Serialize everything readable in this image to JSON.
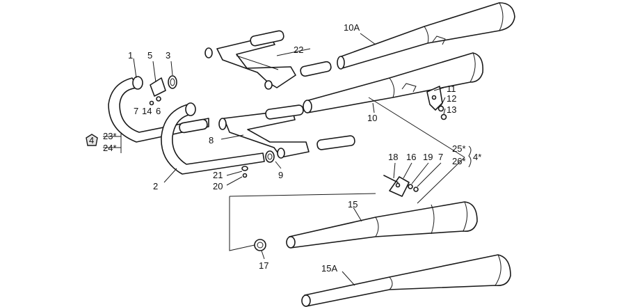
{
  "callouts": {
    "c1": "1",
    "c2": "2",
    "c3": "3",
    "c5": "5",
    "c6": "6",
    "c7a": "7",
    "c7b": "7",
    "c8": "8",
    "c9": "9",
    "c10": "10",
    "c10A": "10A",
    "c11": "11",
    "c12": "12",
    "c13": "13",
    "c14": "14",
    "c15": "15",
    "c15A": "15A",
    "c16": "16",
    "c17": "17",
    "c18": "18",
    "c19": "19",
    "c20": "20",
    "c21": "21",
    "c22": "22",
    "c23": "23*",
    "c24": "24*",
    "c25": "25*",
    "c26": "26*",
    "c4": "4*",
    "kit": "4"
  }
}
